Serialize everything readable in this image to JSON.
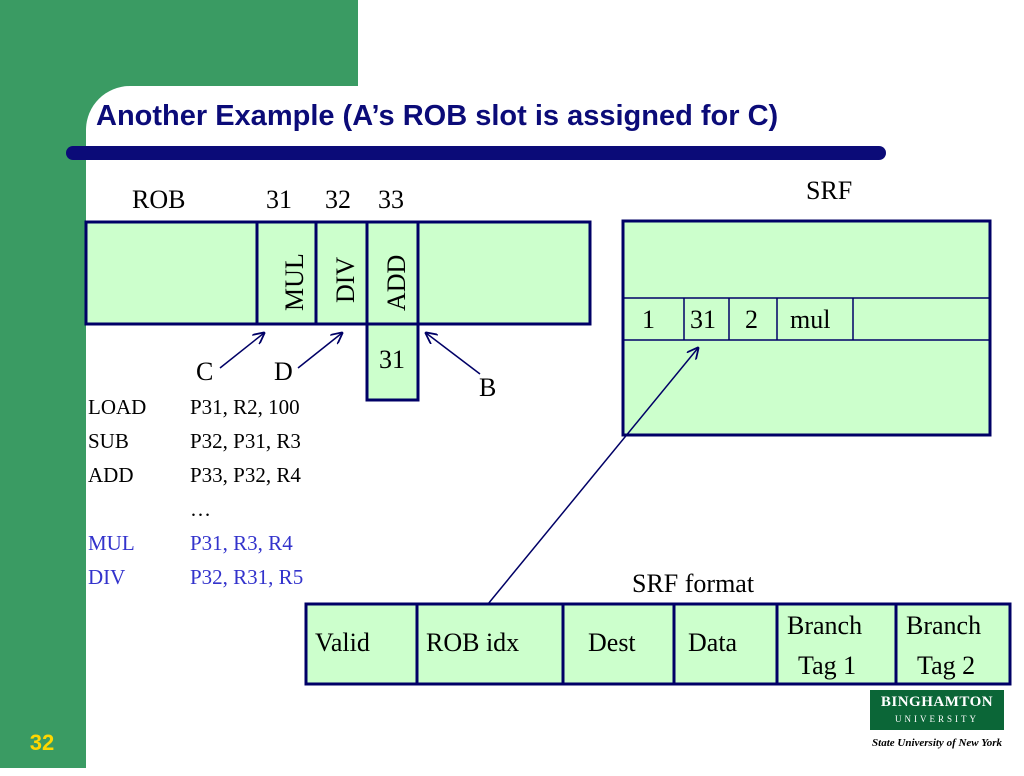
{
  "title": "Another Example (A’s ROB slot is assigned for C)",
  "slide_number": "32",
  "rob": {
    "label": "ROB",
    "indices": [
      "31",
      "32",
      "33"
    ],
    "slots": [
      "MUL",
      "DIV",
      "ADD"
    ],
    "pointer_value": "31",
    "pointer_labels": {
      "c": "C",
      "d": "D",
      "b": "B"
    }
  },
  "srf": {
    "label": "SRF",
    "entry": [
      "1",
      "31",
      "2",
      "mul"
    ]
  },
  "code": [
    {
      "op": "LOAD",
      "args": "P31, R2, 100",
      "highlight": false
    },
    {
      "op": "SUB",
      "args": "P32, P31, R3",
      "highlight": false
    },
    {
      "op": "ADD",
      "args": "P33, P32, R4",
      "highlight": false
    },
    {
      "op": "",
      "args": "…",
      "highlight": false
    },
    {
      "op": "MUL",
      "args": "P31, R3, R4",
      "highlight": true
    },
    {
      "op": "DIV",
      "args": "P32, R31, R5",
      "highlight": true
    }
  ],
  "srf_format": {
    "label": "SRF format",
    "fields": [
      "Valid",
      "ROB idx",
      "Dest",
      "Data",
      "Branch",
      "Tag 1",
      "Branch",
      "Tag 2"
    ]
  },
  "logo": {
    "line1": "BINGHAMTON",
    "line2": "UNIVERSITY",
    "subtitle": "State University of New York"
  },
  "colors": {
    "green": "#3a9b63",
    "title_blue": "#0b0b78",
    "cell_fill": "#ccffcc",
    "highlight_blue": "#3333cc"
  }
}
